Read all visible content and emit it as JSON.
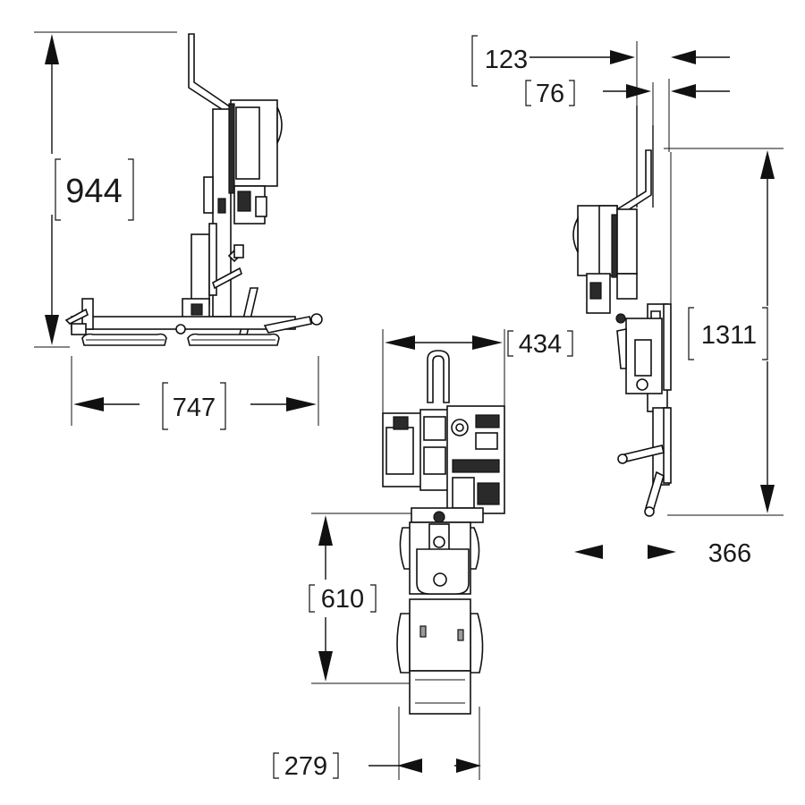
{
  "dimensions": {
    "side_height": "944",
    "side_width": "747",
    "top_width": "434",
    "top_length": "610",
    "bottom_width": "279",
    "right_offset_outer": "123",
    "right_offset_inner": "76",
    "right_height": "1311",
    "right_depth": "366"
  }
}
